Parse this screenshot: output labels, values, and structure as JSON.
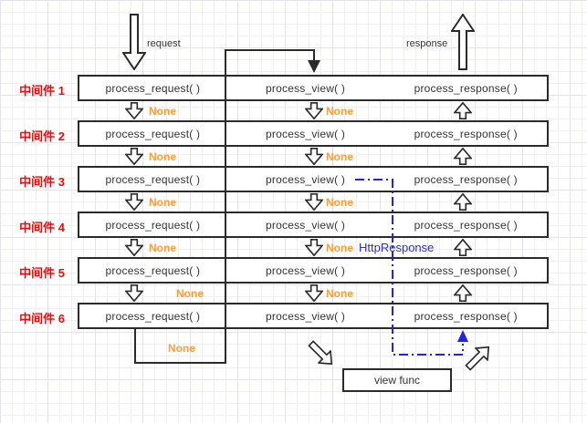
{
  "labels": {
    "request": "request",
    "response": "response",
    "http_response": "HttpResponse",
    "view_func": "view func",
    "bottom_none": "None"
  },
  "middlewares": [
    {
      "name": "中间件 1",
      "process_request": "process_request( )",
      "process_view": "process_view( )",
      "process_response": "process_response( )"
    },
    {
      "name": "中间件 2",
      "process_request": "process_request( )",
      "process_view": "process_view( )",
      "process_response": "process_response( )"
    },
    {
      "name": "中间件 3",
      "process_request": "process_request( )",
      "process_view": "process_view( )",
      "process_response": "process_response( )"
    },
    {
      "name": "中间件 4",
      "process_request": "process_request( )",
      "process_view": "process_view( )",
      "process_response": "process_response( )"
    },
    {
      "name": "中间件 5",
      "process_request": "process_request( )",
      "process_view": "process_view( )",
      "process_response": "process_response( )"
    },
    {
      "name": "中间件 6",
      "process_request": "process_request( )",
      "process_view": "process_view( )",
      "process_response": "process_response( )"
    }
  ],
  "left_nones": [
    "None",
    "None",
    "None",
    "None",
    "None"
  ],
  "mid_nones": [
    "None",
    "None",
    "None",
    "None",
    "None"
  ],
  "colors": {
    "middleware_label_red": "#f50808",
    "none_orange": "#ff9c33",
    "flow_blue": "#2b2bdd",
    "line_dark": "#2b2b2b"
  }
}
